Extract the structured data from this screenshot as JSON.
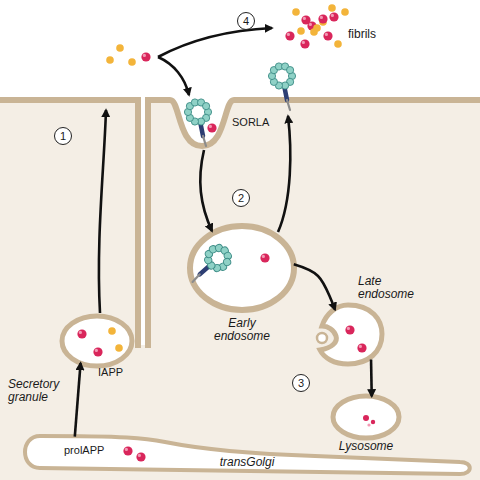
{
  "diagram": {
    "nodes": [
      {
        "text": [
          "IAPP",
          "Secretory granule"
        ]
      },
      {
        "text": [
          "Early endosome"
        ]
      },
      {
        "text": [
          "Late endosome"
        ]
      },
      {
        "text": [
          "Lysosome"
        ]
      },
      {
        "text": [
          "transGolgi"
        ]
      }
    ],
    "edges": [
      {
        "from": 4,
        "to": 0,
        "arrow": "to"
      },
      {
        "from": 1,
        "to": 2,
        "arrow": "to"
      },
      {
        "from": 2,
        "to": 3,
        "arrow": "to"
      }
    ],
    "labels": [
      "4",
      "fibrils",
      "SORLA",
      "2",
      "1",
      "3",
      "prolAPP"
    ]
  }
}
